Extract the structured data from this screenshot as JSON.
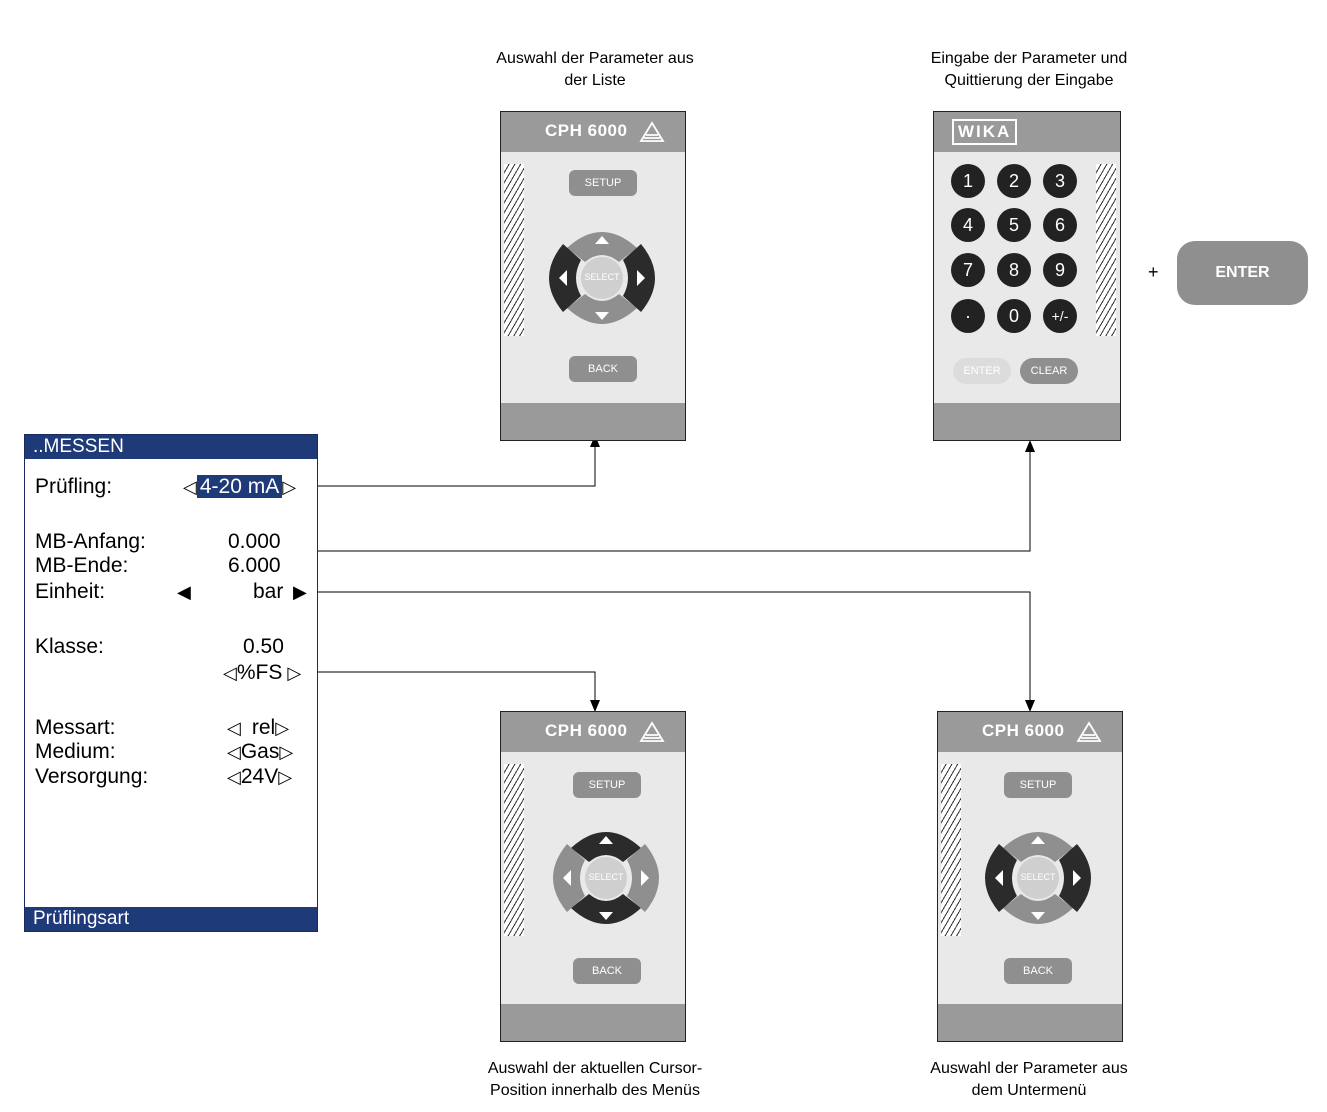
{
  "captions": {
    "top_left": [
      "Auswahl der Parameter aus",
      "der Liste"
    ],
    "top_right": [
      "Eingabe der Parameter und",
      "Quittierung der Eingabe"
    ],
    "bottom_left": [
      "Auswahl der aktuellen Cursor-",
      "Position innerhalb des Menüs"
    ],
    "bottom_right": [
      "Auswahl der Parameter aus",
      "dem Untermenü"
    ]
  },
  "device": {
    "brand": "CPH 6000",
    "setup_label": "SETUP",
    "select_label": "SELECT",
    "back_label": "BACK"
  },
  "keypad": {
    "logo": "WIKA",
    "keys": [
      "1",
      "2",
      "3",
      "4",
      "5",
      "6",
      "7",
      "8",
      "9",
      "·",
      "0",
      "+/-"
    ],
    "enter_label": "ENTER",
    "clear_label": "CLEAR"
  },
  "plus_sign": "+",
  "enter_button": "ENTER",
  "screen": {
    "title": "..MESSEN",
    "footer": "Prüflingsart",
    "pruefling_label": "Prüfling:",
    "pruefling_value": "4-20 mA",
    "mb_anfang_label": "MB-Anfang:",
    "mb_anfang_value": "0.000",
    "mb_ende_label": "MB-Ende:",
    "mb_ende_value": "6.000",
    "einheit_label": "Einheit:",
    "einheit_value": "bar",
    "klasse_label": "Klasse:",
    "klasse_value": "0.50",
    "klasse_unit": "%FS",
    "messart_label": "Messart:",
    "messart_value": "rel",
    "medium_label": "Medium:",
    "medium_value": "Gas",
    "versorgung_label": "Versorgung:",
    "versorgung_value": "24V"
  },
  "colors": {
    "screen_blue": "#1f3a78",
    "device_gray": "#9a9a9a",
    "highlight_dark": "#2b2b2b"
  }
}
